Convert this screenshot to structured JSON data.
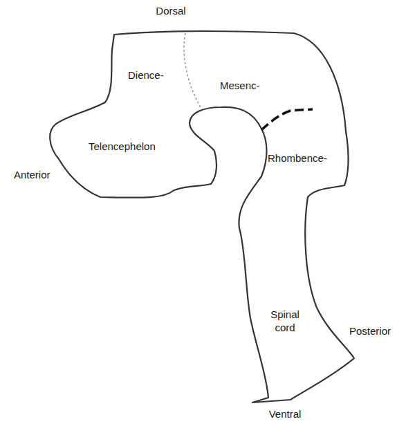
{
  "diagram": {
    "labels": [
      "Dorsal",
      "Dience-",
      "Mesenc-",
      "Telencephelon",
      "Anterior",
      "Rhombence-",
      "Spinal cord",
      "Posterior",
      "Ventral"
    ]
  }
}
